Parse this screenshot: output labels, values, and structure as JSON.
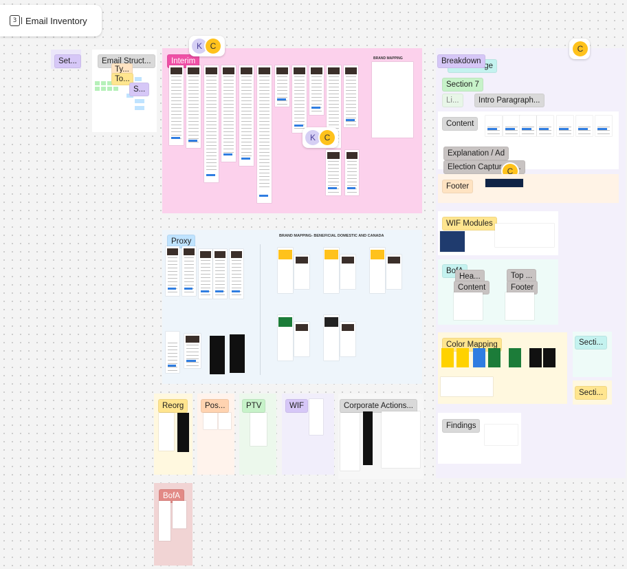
{
  "board": {
    "title": "Email Inventory"
  },
  "labels": {
    "set": "Set...",
    "email_structure": "Email Struct...",
    "ty": "Ty...",
    "to": "To...",
    "s": "S...",
    "interim": "Interim",
    "brand_mapping": "BRAND MAPPING",
    "proxy": "Proxy",
    "brand_mapping_bdc": "BRAND MAPPING- BENEFICIAL DOMESTIC AND CANADA",
    "reorg": "Reorg",
    "pos": "Pos...",
    "ptv": "PTV",
    "wif": "WIF",
    "corporate_actions": "Corporate Actions...",
    "bofa_bottom": "BofA",
    "breakdown": "Breakdown",
    "hero_image": "Hero Image",
    "section7": "Section 7",
    "li": "Li...",
    "intro_paragraph": "Intro Paragraph...",
    "content": "Content",
    "explanation_ad": "Explanation / Ad",
    "election_capture": "Election Captur...1 ...",
    "footer": "Footer",
    "wif_modules": "WIF Modules",
    "bofa": "BofA",
    "hea": "Hea...",
    "content2": "Content",
    "top": "Top ...",
    "footer2": "Footer",
    "color_mapping": "Color Mapping",
    "secti1": "Secti...",
    "secti2": "Secti...",
    "findings": "Findings"
  },
  "avatars": {
    "k": "K",
    "c": "C"
  },
  "colors": {
    "interim_bg": "#fcd1ec",
    "brand_accent": "#ffc21c",
    "link_blue": "#2f7de1"
  }
}
